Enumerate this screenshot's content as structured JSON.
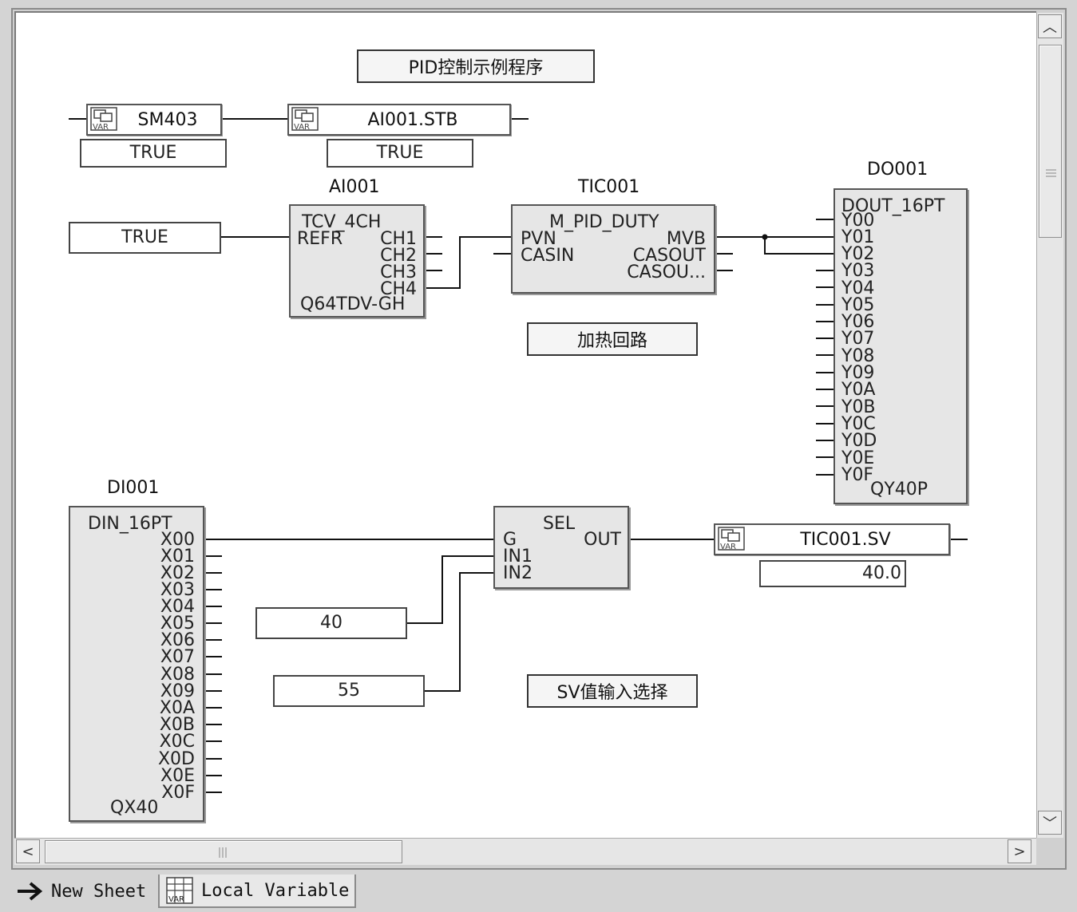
{
  "comments": {
    "title": "PID控制示例程序",
    "heating_loop": "加热回路",
    "sv_select": "SV值输入选择"
  },
  "variables": {
    "sm403": {
      "name": "SM403",
      "value": "TRUE"
    },
    "ai_stb": {
      "name": "AI001.STB",
      "value": "TRUE"
    },
    "tic_sv": {
      "name": "TIC001.SV",
      "value": "40.0"
    },
    "icon_text": "VAR"
  },
  "constants": {
    "refr_input": "TRUE",
    "in1_const": "40",
    "in2_const": "55"
  },
  "blocks": {
    "ai001": {
      "instance": "AI001",
      "type": "TCV_4CH",
      "module": "Q64TDV-GH",
      "inputs": [
        "REFR"
      ],
      "outputs": [
        "CH1",
        "CH2",
        "CH3",
        "CH4"
      ]
    },
    "tic001": {
      "instance": "TIC001",
      "type": "M_PID_DUTY",
      "inputs": [
        "PVN",
        "CASIN"
      ],
      "outputs": [
        "MVB",
        "CASOUT",
        "CASOU..."
      ]
    },
    "do001": {
      "instance": "DO001",
      "type": "DOUT_16PT",
      "module": "QY40P",
      "inputs": [
        "Y00",
        "Y01",
        "Y02",
        "Y03",
        "Y04",
        "Y05",
        "Y06",
        "Y07",
        "Y08",
        "Y09",
        "Y0A",
        "Y0B",
        "Y0C",
        "Y0D",
        "Y0E",
        "Y0F"
      ]
    },
    "di001": {
      "instance": "DI001",
      "type": "DIN_16PT",
      "module": "QX40",
      "outputs": [
        "X00",
        "X01",
        "X02",
        "X03",
        "X04",
        "X05",
        "X06",
        "X07",
        "X08",
        "X09",
        "X0A",
        "X0B",
        "X0C",
        "X0D",
        "X0E",
        "X0F"
      ]
    },
    "sel": {
      "type": "SEL",
      "inputs": [
        "G",
        "IN1",
        "IN2"
      ],
      "outputs": [
        "OUT"
      ]
    }
  },
  "tabs": [
    {
      "label": "New Sheet",
      "icon": "arrow-right-icon"
    },
    {
      "label": "Local Variable",
      "icon": "var-grid-icon"
    }
  ],
  "scrollbars": {
    "vertical": "scrollbar",
    "horizontal": "scrollbar"
  }
}
